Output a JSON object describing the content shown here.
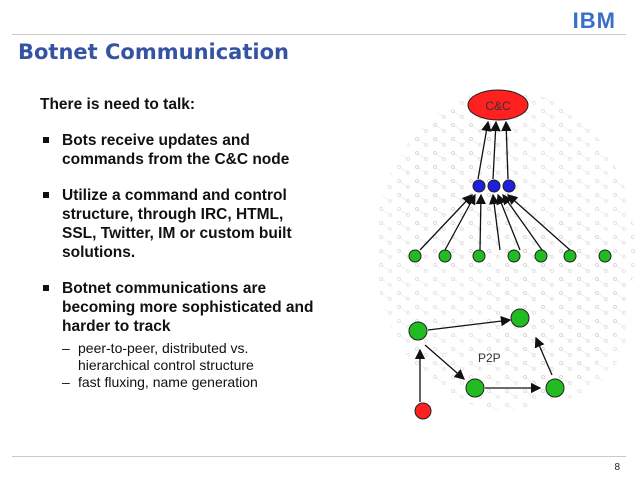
{
  "logo": "IBM",
  "title": "Botnet Communication",
  "intro": "There is need to talk:",
  "bullets": [
    {
      "text": "Bots receive updates and commands from the C&C node"
    },
    {
      "text": "Utilize a command and control structure, through IRC, HTML, SSL, Twitter, IM or custom built solutions."
    },
    {
      "text": "Botnet communications are becoming more sophisticated and harder to track",
      "subs": [
        "peer-to-peer, distributed vs. hierarchical control structure",
        "fast fluxing, name generation"
      ]
    }
  ],
  "diagram": {
    "cnc_label": "C&C",
    "p2p_label": "P2P",
    "colors": {
      "cnc": "#ff2020",
      "tier1": "#1f1fe0",
      "bot": "#22bb22",
      "red_bot": "#ff2020",
      "outline": "#222222"
    }
  },
  "page_number": "8"
}
